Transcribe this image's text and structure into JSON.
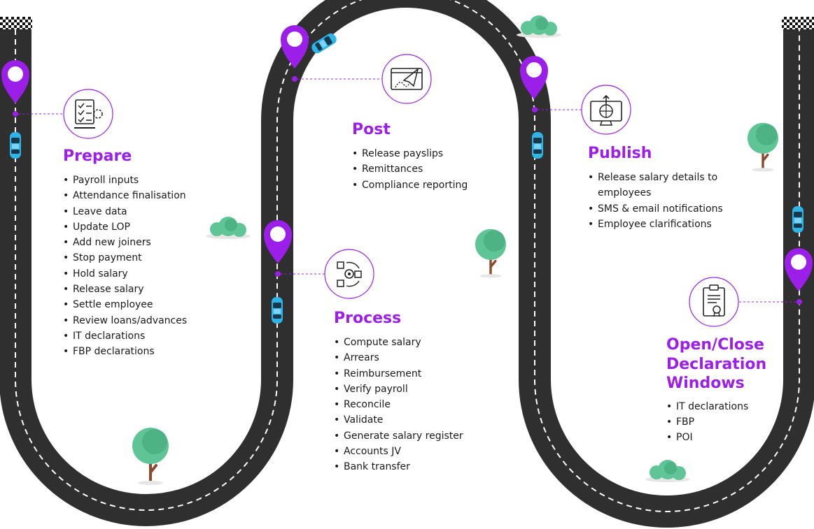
{
  "stages": {
    "prepare": {
      "title": "Prepare",
      "icon": "checklist-settings-icon",
      "items": [
        "Payroll inputs",
        "Attendance finalisation",
        "Leave data",
        "Update LOP",
        "Add new joiners",
        "Stop payment",
        "Hold salary",
        "Release salary",
        "Settle employee",
        "Review loans/advances",
        "IT declarations",
        "FBP declarations"
      ]
    },
    "process": {
      "title": "Process",
      "icon": "process-cycle-icon",
      "items": [
        "Compute salary",
        "Arrears",
        "Reimbursement",
        "Verify payroll",
        "Reconcile",
        "Validate",
        "Generate salary register",
        "Accounts JV",
        "Bank transfer"
      ]
    },
    "post": {
      "title": "Post",
      "icon": "paper-plane-icon",
      "items": [
        "Release payslips",
        "Remittances",
        "Compliance reporting"
      ]
    },
    "publish": {
      "title": "Publish",
      "icon": "monitor-globe-icon",
      "items": [
        "Release salary details to employees",
        "SMS & email notifications",
        "Employee clarifications"
      ]
    },
    "declare": {
      "title_lines": [
        "Open/Close",
        "Declaration",
        "Windows"
      ],
      "icon": "certificate-clipboard-icon",
      "items": [
        "IT declarations",
        "FBP",
        "POI"
      ]
    }
  },
  "colors": {
    "accent": "#9b1fe8",
    "road": "#2f2f30",
    "road_dash": "#ffffff",
    "car": "#2fb4e8",
    "tree_leaf": "#5fc597",
    "tree_trunk": "#8a4a2b",
    "bush": "#5fc597",
    "text": "#1a1a1a"
  }
}
